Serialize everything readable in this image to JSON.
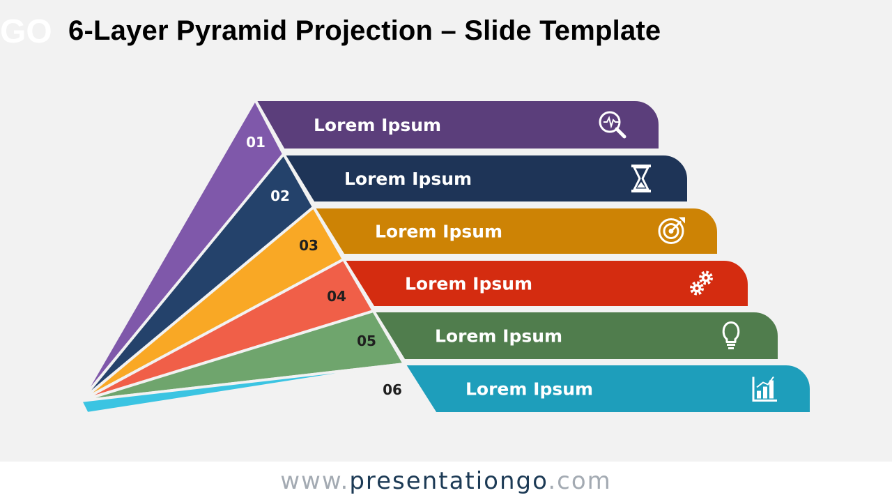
{
  "slide": {
    "title": "6-Layer Pyramid Projection – Slide Template",
    "logo_text": "GO"
  },
  "layers": [
    {
      "number": "01",
      "label": "Lorem Ipsum",
      "icon": "magnifier-pulse-icon",
      "band_color": "#5b3e7b",
      "side_color": "#7f58aa",
      "number_color": "#ffffff"
    },
    {
      "number": "02",
      "label": "Lorem Ipsum",
      "icon": "hourglass-icon",
      "band_color": "#1e3457",
      "side_color": "#24426b",
      "number_color": "#ffffff"
    },
    {
      "number": "03",
      "label": "Lorem Ipsum",
      "icon": "target-icon",
      "band_color": "#cd8305",
      "side_color": "#f9a825",
      "number_color": "#1f1f1f"
    },
    {
      "number": "04",
      "label": "Lorem Ipsum",
      "icon": "gears-icon",
      "band_color": "#d42c10",
      "side_color": "#f05f48",
      "number_color": "#1f1f1f"
    },
    {
      "number": "05",
      "label": "Lorem Ipsum",
      "icon": "lightbulb-icon",
      "band_color": "#507d4d",
      "side_color": "#6fa56d",
      "number_color": "#1f1f1f"
    },
    {
      "number": "06",
      "label": "Lorem Ipsum",
      "icon": "bar-chart-icon",
      "band_color": "#1e9ebb",
      "side_color": "#3bc4e2",
      "number_color": "#1f1f1f"
    }
  ],
  "footer": {
    "prefix": "www.",
    "brand": "presentationgo",
    "suffix": ".com"
  }
}
